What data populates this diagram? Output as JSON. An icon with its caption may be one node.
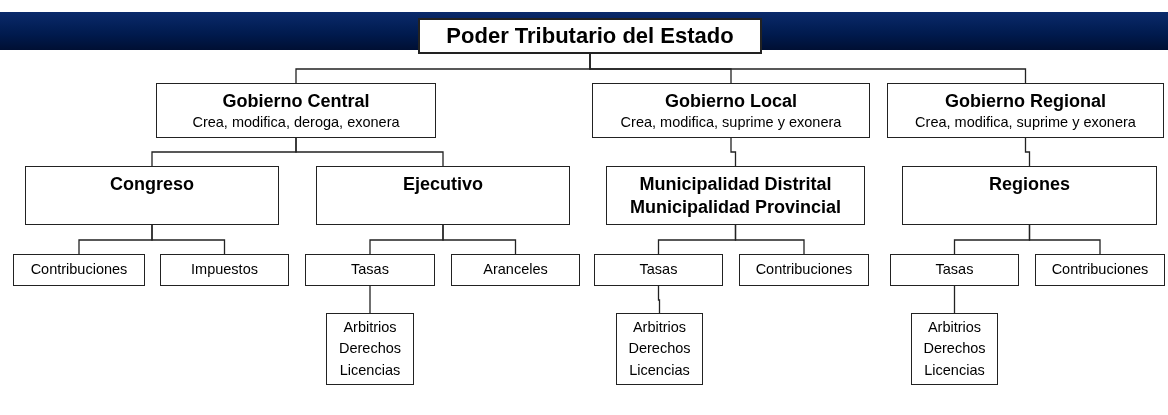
{
  "diagram": {
    "nodes": [
      {
        "text": [
          "Poder Tributario del Estado"
        ]
      },
      {
        "text": [
          "Gobierno Central",
          "Crea, modifica, deroga, exonera"
        ]
      },
      {
        "text": [
          "Gobierno Local",
          "Crea, modifica, suprime y exonera"
        ]
      },
      {
        "text": [
          "Gobierno Regional",
          "Crea, modifica, suprime y exonera"
        ]
      },
      {
        "text": [
          "Congreso"
        ]
      },
      {
        "text": [
          "Ejecutivo"
        ]
      },
      {
        "text": [
          "Municipalidad Distrital",
          "Municipalidad Provincial"
        ]
      },
      {
        "text": [
          "Regiones"
        ]
      },
      {
        "text": [
          "Contribuciones"
        ]
      },
      {
        "text": [
          "Impuestos"
        ]
      },
      {
        "text": [
          "Tasas"
        ]
      },
      {
        "text": [
          "Aranceles"
        ]
      },
      {
        "text": [
          "Arbitrios",
          "Derechos",
          "Licencias"
        ]
      },
      {
        "text": [
          "Tasas"
        ]
      },
      {
        "text": [
          "Contribuciones"
        ]
      },
      {
        "text": [
          "Arbitrios",
          "Derechos",
          "Licencias"
        ]
      },
      {
        "text": [
          "Tasas"
        ]
      },
      {
        "text": [
          "Contribuciones"
        ]
      },
      {
        "text": [
          "Arbitrios",
          "Derechos",
          "Licencias"
        ]
      }
    ],
    "edges": [
      {
        "from": 0,
        "to": 1,
        "arrow": "none"
      },
      {
        "from": 0,
        "to": 2,
        "arrow": "none"
      },
      {
        "from": 0,
        "to": 3,
        "arrow": "none"
      },
      {
        "from": 1,
        "to": 4,
        "arrow": "none"
      },
      {
        "from": 1,
        "to": 5,
        "arrow": "none"
      },
      {
        "from": 2,
        "to": 6,
        "arrow": "none"
      },
      {
        "from": 3,
        "to": 7,
        "arrow": "none"
      },
      {
        "from": 4,
        "to": 8,
        "arrow": "none"
      },
      {
        "from": 4,
        "to": 9,
        "arrow": "none"
      },
      {
        "from": 5,
        "to": 10,
        "arrow": "none"
      },
      {
        "from": 5,
        "to": 11,
        "arrow": "none"
      },
      {
        "from": 10,
        "to": 12,
        "arrow": "none"
      },
      {
        "from": 6,
        "to": 13,
        "arrow": "none"
      },
      {
        "from": 6,
        "to": 14,
        "arrow": "none"
      },
      {
        "from": 13,
        "to": 15,
        "arrow": "none"
      },
      {
        "from": 7,
        "to": 16,
        "arrow": "none"
      },
      {
        "from": 7,
        "to": 17,
        "arrow": "none"
      },
      {
        "from": 16,
        "to": 18,
        "arrow": "none"
      }
    ]
  }
}
